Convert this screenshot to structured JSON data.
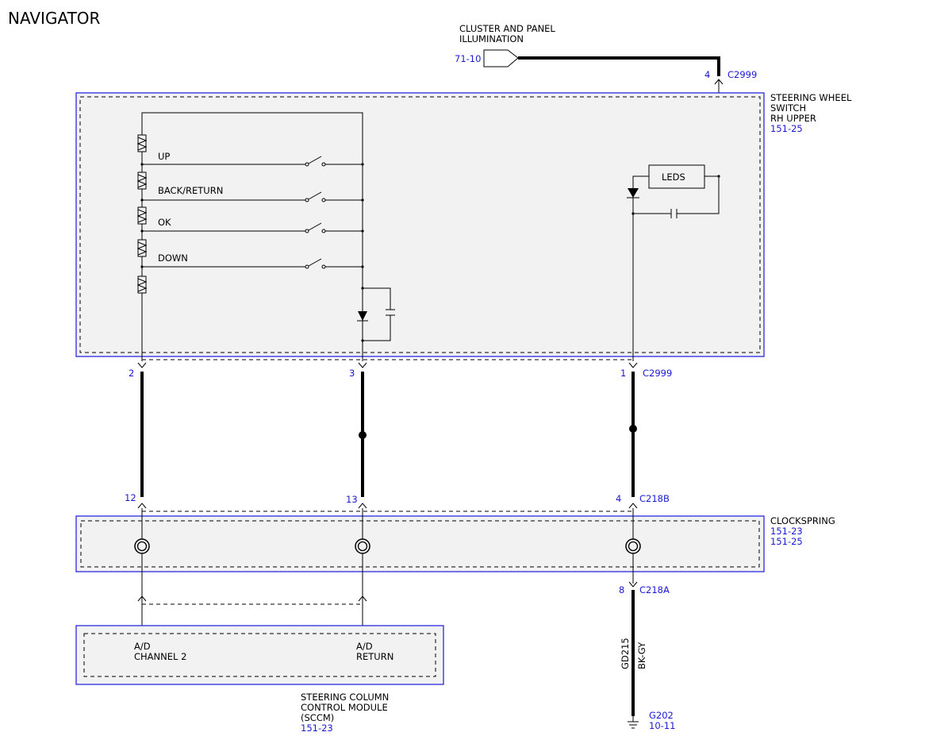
{
  "title": "NAVIGATOR",
  "illumination": {
    "label_line1": "CLUSTER AND PANEL",
    "label_line2": "ILLUMINATION",
    "ref": "71-10"
  },
  "c2999_top": {
    "pin": "4",
    "name": "C2999"
  },
  "steering_switch": {
    "line1": "STEERING WHEEL",
    "line2": "SWITCH",
    "line3": "RH UPPER",
    "ref": "151-25"
  },
  "switches": [
    "UP",
    "BACK/RETURN",
    "OK",
    "DOWN"
  ],
  "leds_label": "LEDS",
  "c2999_bottom": {
    "pin_a": "2",
    "pin_b": "3",
    "pin_c": "1",
    "name": "C2999"
  },
  "c218b": {
    "pin_a": "12",
    "pin_b": "13",
    "pin_c": "4",
    "name": "C218B"
  },
  "clockspring": {
    "label": "CLOCKSPRING",
    "ref1": "151-23",
    "ref2": "151-25"
  },
  "c218a": {
    "pin": "8",
    "name": "C218A"
  },
  "wire": {
    "circuit": "GD215",
    "color": "BK-GY"
  },
  "ground": {
    "name": "G202",
    "ref": "10-11"
  },
  "sccm": {
    "pin_a_line1": "A/D",
    "pin_a_line2": "CHANNEL 2",
    "pin_b_line1": "A/D",
    "pin_b_line2": "RETURN",
    "line1": "STEERING COLUMN",
    "line2": "CONTROL MODULE",
    "line3": "(SCCM)",
    "ref": "151-23"
  },
  "colors": {
    "border_blue": "#2a2ae0",
    "ref_blue": "#1a1ad6",
    "fill_gray": "#f2f2f2"
  }
}
